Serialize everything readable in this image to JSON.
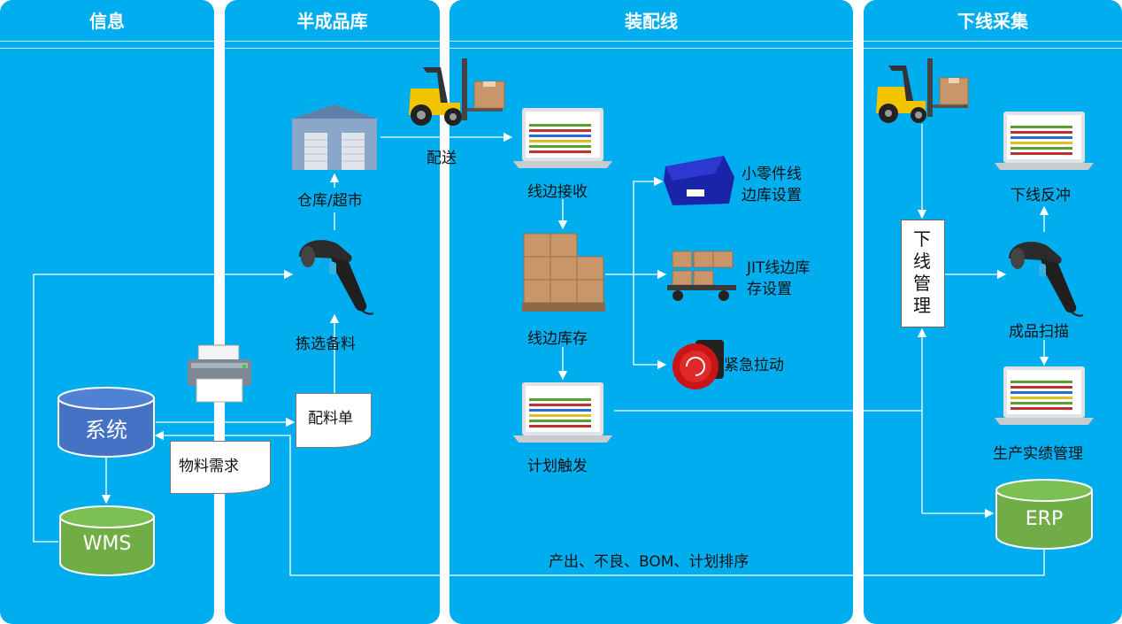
{
  "lanes": {
    "info": "信息",
    "wip_store": "半成品库",
    "assembly": "装配线",
    "offline": "下线采集"
  },
  "nodes": {
    "system": "系统",
    "wms": "WMS",
    "erp": "ERP",
    "material_demand": "物料需求",
    "picking_list": "配料单",
    "warehouse": "仓库/超市",
    "pick_prepare": "拣选备料",
    "delivery": "配送",
    "line_receive": "线边接收",
    "line_stock": "线边库存",
    "plan_trigger": "计划触发",
    "small_parts_l1": "小零件线",
    "small_parts_l2": "边库设置",
    "jit_l1": "JIT线边库",
    "jit_l2": "存设置",
    "emergency_pull": "紧急拉动",
    "offline_mgmt": "下线管理",
    "backflush": "下线反冲",
    "product_scan": "成品扫描",
    "actual_mgmt": "生产实绩管理",
    "erp_output": "产出、不良、BOM、计划排序"
  },
  "colors": {
    "lane_blue": "#00aeef",
    "system_cyl": "#4472c4",
    "wms_cyl": "#70ad47",
    "erp_cyl": "#70ad47"
  },
  "icons": [
    "forklift-icon",
    "warehouse-icon",
    "barcode-scanner-icon",
    "printer-icon",
    "laptop-icon",
    "boxes-pallet-icon",
    "parts-bin-icon",
    "cart-icon",
    "emergency-button-icon"
  ]
}
